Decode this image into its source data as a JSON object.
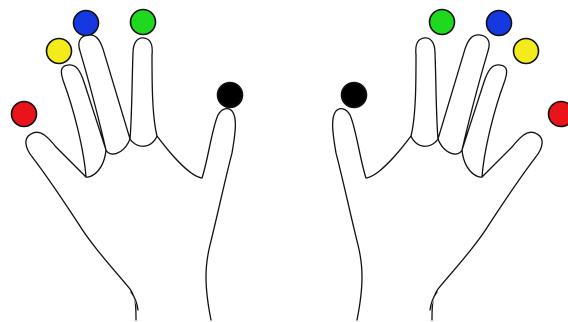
{
  "fingers": {
    "left_hand": [
      {
        "finger": "pinky",
        "color": "#e8141a"
      },
      {
        "finger": "ring",
        "color": "#f3eb1c"
      },
      {
        "finger": "middle",
        "color": "#1538e0"
      },
      {
        "finger": "index",
        "color": "#1ed91e"
      },
      {
        "finger": "thumb",
        "color": "#000000"
      }
    ],
    "right_hand": [
      {
        "finger": "thumb",
        "color": "#000000"
      },
      {
        "finger": "index",
        "color": "#1ed91e"
      },
      {
        "finger": "middle",
        "color": "#1538e0"
      },
      {
        "finger": "ring",
        "color": "#f3eb1c"
      },
      {
        "finger": "pinky",
        "color": "#e8141a"
      }
    ]
  }
}
